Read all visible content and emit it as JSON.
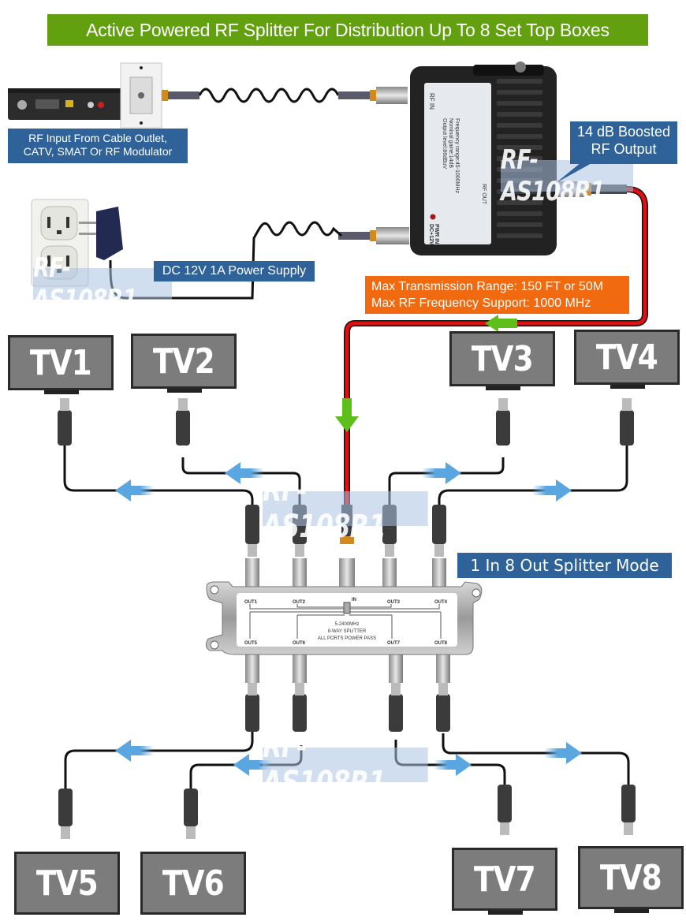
{
  "title": "Active Powered RF Splitter For Distribution Up To 8 Set Top Boxes",
  "labels": {
    "rf_input_line1": "RF Input From Cable Outlet,",
    "rf_input_line2": "CATV, SMAT Or RF Modulator",
    "boosted_line1": "14 dB Boosted",
    "boosted_line2": "RF Output",
    "power_supply": "DC 12V 1A Power Supply",
    "range_line1": "Max Transmission Range: 150 FT or 50M",
    "range_line2": "Max RF Frequency Support: 1000 MHz",
    "splitter_mode": "1 In 8 Out Splitter Mode"
  },
  "watermark": "RF-AS108R1",
  "amplifier": {
    "rf_in": "RF IN",
    "rf_out": "RF OUT",
    "spec1": "Frequency range:45-1000MHz",
    "spec2": "Nominal gaine:14dB",
    "spec3": "Output level:86dBuV",
    "pwr1": "PWR IN",
    "pwr2": "DC+12V"
  },
  "splitter": {
    "ports_top": [
      "OUT1",
      "OUT2",
      "IN",
      "OUT3",
      "OUT4"
    ],
    "ports_bottom": [
      "OUT5",
      "OUT6",
      "OUT7",
      "OUT8"
    ],
    "spec1": "5-2400MHz",
    "spec2": "8-WAY SPLITTER",
    "spec3": "ALL PORTS POWER PASS"
  },
  "tvs": [
    "TV1",
    "TV2",
    "TV3",
    "TV4",
    "TV5",
    "TV6",
    "TV7",
    "TV8"
  ],
  "colors": {
    "title_bg": "#62a00f",
    "label_blue": "#2e6299",
    "label_orange": "#f26a10",
    "signal_cable": "#e01010",
    "flow_arrow_green": "#5fbf1a",
    "flow_arrow_blue": "#5aa6e0"
  }
}
